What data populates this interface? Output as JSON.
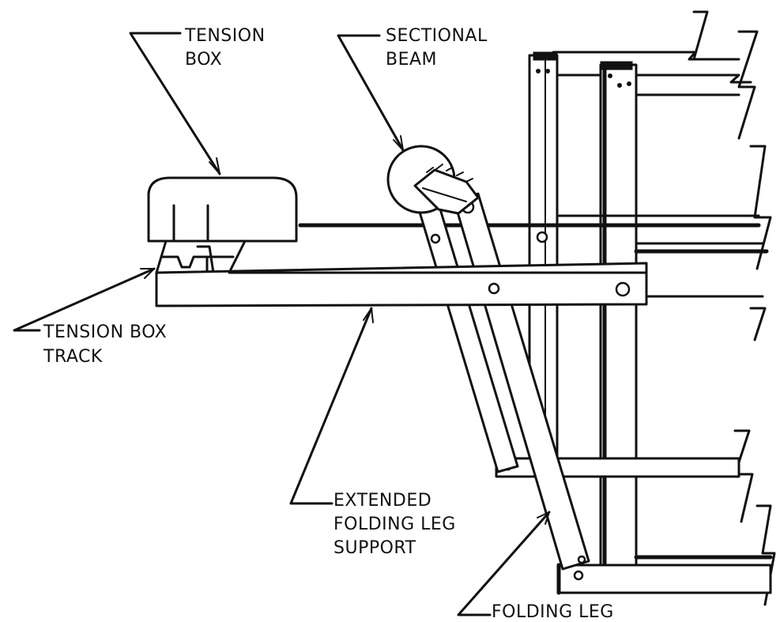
{
  "labels": {
    "tension_box": [
      "TENSION",
      "BOX"
    ],
    "sectional_beam": [
      "SECTIONAL",
      "BEAM"
    ],
    "tension_box_track": [
      "TENSION BOX",
      "TRACK"
    ],
    "extended_folding_leg_support": [
      "EXTENDED",
      "FOLDING LEG",
      "SUPPORT"
    ],
    "folding_leg": [
      "FOLDING LEG"
    ]
  },
  "colors": {
    "ink": "#111111",
    "paper": "#ffffff"
  }
}
